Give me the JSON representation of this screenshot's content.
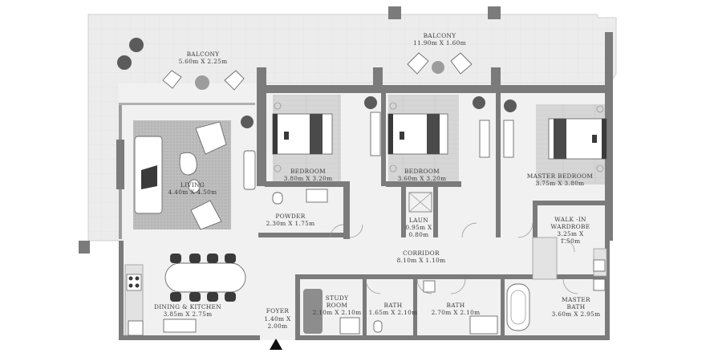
{
  "rooms": {
    "balcony_left": {
      "name": "BALCONY",
      "dims": "5.60m X 2.25m"
    },
    "balcony_right": {
      "name": "BALCONY",
      "dims": "11.90m X 1.60m"
    },
    "living": {
      "name": "LIVING",
      "dims": "4.40m X 4.50m"
    },
    "bedroom1": {
      "name": "BEDROOM",
      "dims": "3.80m X 3.20m"
    },
    "bedroom2": {
      "name": "BEDROOM",
      "dims": "3.60m X 3.20m"
    },
    "master_bedroom": {
      "name": "MASTER BEDROOM",
      "dims": "3.75m X 3.80m"
    },
    "powder": {
      "name": "POWDER",
      "dims": "2.30m X 1.75m"
    },
    "laundry": {
      "name": "LAUN",
      "dims_line1": "0.95m X",
      "dims_line2": "0.80m"
    },
    "walk_in": {
      "name_line1": "WALK -IN",
      "name_line2": "WARDROBE",
      "dims_line1": "3.25m X",
      "dims_line2": "1.50m"
    },
    "corridor": {
      "name": "CORRIDOR",
      "dims": "8.10m X 1.10m"
    },
    "dining_kitchen": {
      "name": "DINING & KITCHEN",
      "dims": "3.85m X 2.75m"
    },
    "foyer": {
      "name": "FOYER",
      "dims_line1": "1.40m X",
      "dims_line2": "2.00m"
    },
    "study": {
      "name_line1": "STUDY",
      "name_line2": "ROOM",
      "dims": "2.10m X 2.10m"
    },
    "bath1": {
      "name": "BATH",
      "dims": "1.65m X 2.10m"
    },
    "bath2": {
      "name": "BATH",
      "dims": "2.70m X 2.10m"
    },
    "master_bath": {
      "name_line1": "MASTER",
      "name_line2": "BATH",
      "dims": "3.60m X 2.95m"
    }
  },
  "colors": {
    "wall": "#7b7b7b",
    "floor": "#f1f1f1",
    "entrance_marker": "#111111"
  },
  "icons": [
    "plant-icon",
    "bed-icon",
    "sofa-icon",
    "dining-table-icon",
    "stove-icon",
    "sink-icon",
    "toilet-icon",
    "bathtub-icon",
    "entrance-arrow-icon"
  ]
}
